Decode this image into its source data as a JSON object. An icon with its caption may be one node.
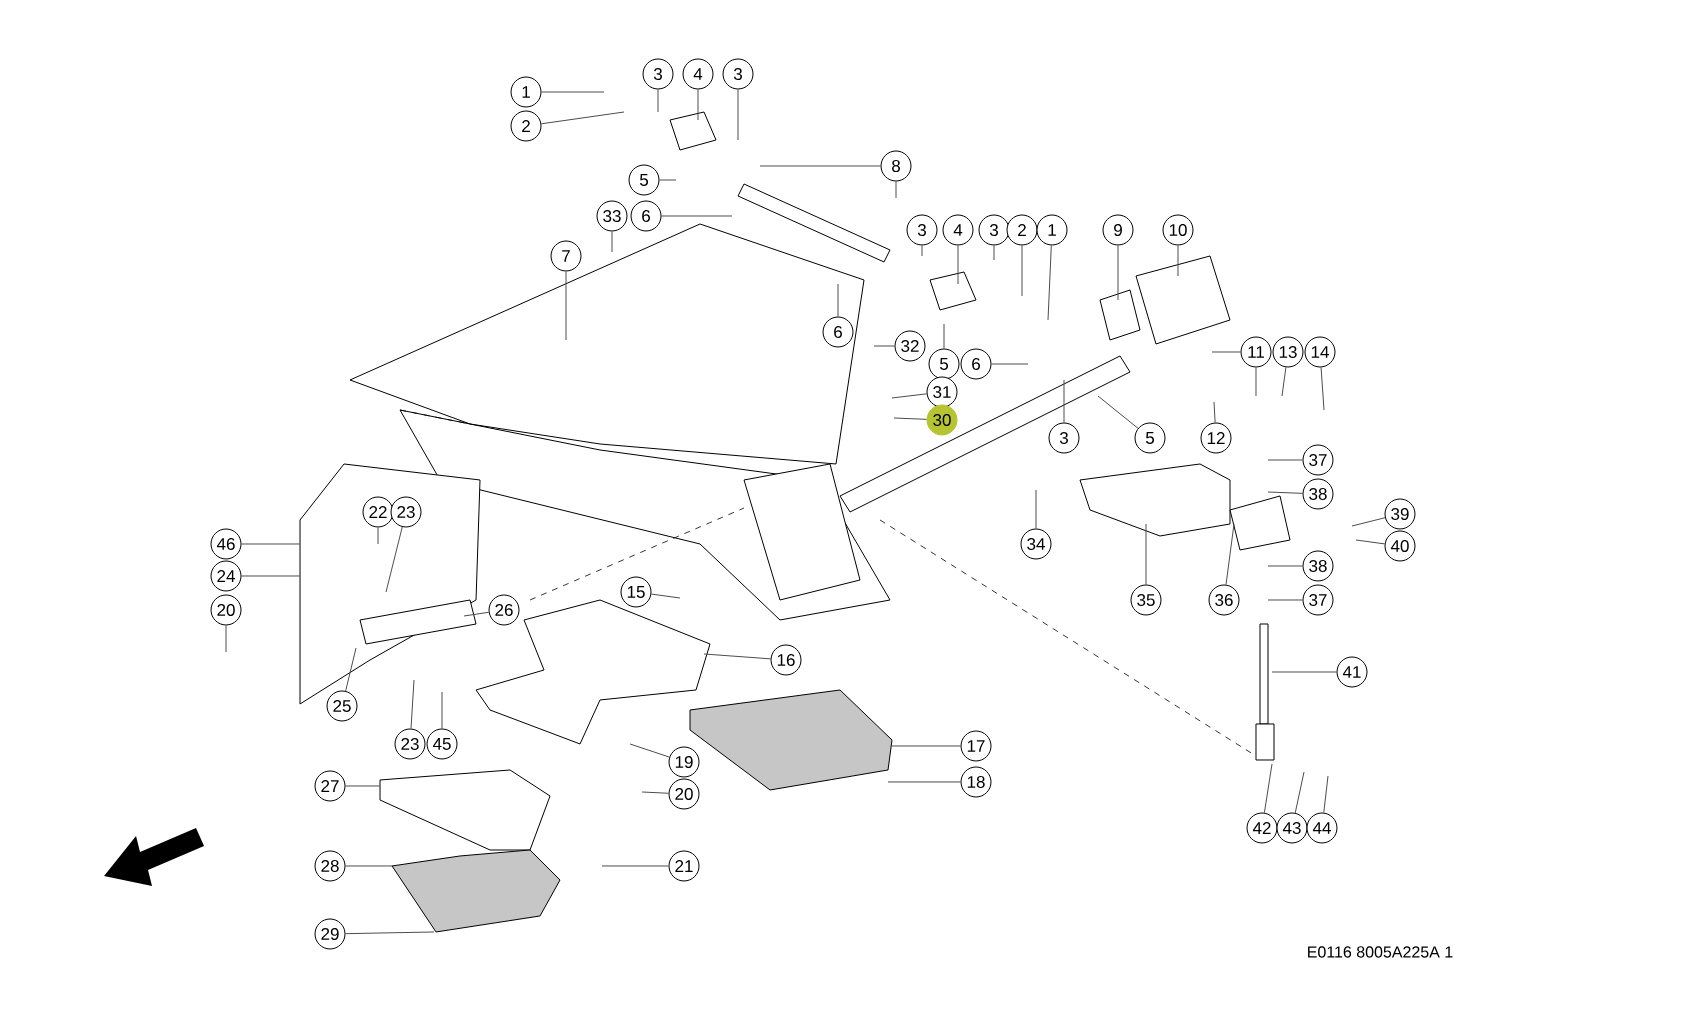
{
  "diagram": {
    "nodes": [
      {
        "text": [
          "3"
        ]
      },
      {
        "text": [
          "4"
        ]
      },
      {
        "text": [
          "3"
        ]
      },
      {
        "text": [
          "1"
        ]
      },
      {
        "text": [
          "2"
        ]
      },
      {
        "text": [
          "8"
        ]
      },
      {
        "text": [
          "5"
        ]
      },
      {
        "text": [
          "33"
        ]
      },
      {
        "text": [
          "6"
        ]
      },
      {
        "text": [
          "3"
        ]
      },
      {
        "text": [
          "4"
        ]
      },
      {
        "text": [
          "3"
        ]
      },
      {
        "text": [
          "2"
        ]
      },
      {
        "text": [
          "1"
        ]
      },
      {
        "text": [
          "9"
        ]
      },
      {
        "text": [
          "10"
        ]
      },
      {
        "text": [
          "7"
        ]
      },
      {
        "text": [
          "6"
        ]
      },
      {
        "text": [
          "32"
        ]
      },
      {
        "text": [
          "11"
        ]
      },
      {
        "text": [
          "13"
        ]
      },
      {
        "text": [
          "14"
        ]
      },
      {
        "text": [
          "5"
        ]
      },
      {
        "text": [
          "6"
        ]
      },
      {
        "text": [
          "31"
        ]
      },
      {
        "text": [
          "30"
        ]
      },
      {
        "text": [
          "12"
        ]
      },
      {
        "text": [
          "3"
        ]
      },
      {
        "text": [
          "5"
        ]
      },
      {
        "text": [
          "37"
        ]
      },
      {
        "text": [
          "38"
        ]
      },
      {
        "text": [
          "22"
        ]
      },
      {
        "text": [
          "23"
        ]
      },
      {
        "text": [
          "39"
        ]
      },
      {
        "text": [
          "46"
        ]
      },
      {
        "text": [
          "34"
        ]
      },
      {
        "text": [
          "40"
        ]
      },
      {
        "text": [
          "38"
        ]
      },
      {
        "text": [
          "24"
        ]
      },
      {
        "text": [
          "15"
        ]
      },
      {
        "text": [
          "35"
        ]
      },
      {
        "text": [
          "36"
        ]
      },
      {
        "text": [
          "37"
        ]
      },
      {
        "text": [
          "26"
        ]
      },
      {
        "text": [
          "20"
        ]
      },
      {
        "text": [
          "16"
        ]
      },
      {
        "text": [
          "41"
        ]
      },
      {
        "text": [
          "25"
        ]
      },
      {
        "text": [
          "23"
        ]
      },
      {
        "text": [
          "45"
        ]
      },
      {
        "text": [
          "17"
        ]
      },
      {
        "text": [
          "19"
        ]
      },
      {
        "text": [
          "27"
        ]
      },
      {
        "text": [
          "18"
        ]
      },
      {
        "text": [
          "20"
        ]
      },
      {
        "text": [
          "42"
        ]
      },
      {
        "text": [
          "43"
        ]
      },
      {
        "text": [
          "44"
        ]
      },
      {
        "text": [
          "28"
        ]
      },
      {
        "text": [
          "21"
        ]
      },
      {
        "text": [
          "29"
        ]
      }
    ],
    "edges": [
      {
        "from": 0,
        "to": null,
        "arrow": "none"
      },
      {
        "from": 1,
        "to": null,
        "arrow": "none"
      },
      {
        "from": 2,
        "to": null,
        "arrow": "none"
      },
      {
        "from": 3,
        "to": null,
        "arrow": "none"
      },
      {
        "from": 4,
        "to": null,
        "arrow": "none"
      },
      {
        "from": 5,
        "to": null,
        "arrow": "none"
      },
      {
        "from": 5,
        "to": null,
        "arrow": "none"
      },
      {
        "from": 6,
        "to": null,
        "arrow": "none"
      },
      {
        "from": 7,
        "to": null,
        "arrow": "none"
      },
      {
        "from": 8,
        "to": null,
        "arrow": "none"
      },
      {
        "from": 9,
        "to": null,
        "arrow": "none"
      },
      {
        "from": 10,
        "to": null,
        "arrow": "none"
      },
      {
        "from": 11,
        "to": null,
        "arrow": "none"
      },
      {
        "from": 12,
        "to": null,
        "arrow": "none"
      },
      {
        "from": 13,
        "to": null,
        "arrow": "none"
      },
      {
        "from": 14,
        "to": null,
        "arrow": "none"
      },
      {
        "from": 15,
        "to": null,
        "arrow": "none"
      },
      {
        "from": 16,
        "to": null,
        "arrow": "none"
      },
      {
        "from": 17,
        "to": null,
        "arrow": "none"
      },
      {
        "from": 18,
        "to": null,
        "arrow": "none"
      },
      {
        "from": 19,
        "to": null,
        "arrow": "none"
      },
      {
        "from": 19,
        "to": null,
        "arrow": "none"
      },
      {
        "from": 20,
        "to": null,
        "arrow": "none"
      },
      {
        "from": 21,
        "to": null,
        "arrow": "none"
      },
      {
        "from": 22,
        "to": null,
        "arrow": "none"
      },
      {
        "from": 23,
        "to": null,
        "arrow": "none"
      },
      {
        "from": 24,
        "to": null,
        "arrow": "none"
      },
      {
        "from": 25,
        "to": null,
        "arrow": "none"
      },
      {
        "from": 26,
        "to": null,
        "arrow": "none"
      },
      {
        "from": 27,
        "to": null,
        "arrow": "none"
      },
      {
        "from": 28,
        "to": null,
        "arrow": "none"
      },
      {
        "from": 29,
        "to": null,
        "arrow": "none"
      },
      {
        "from": 30,
        "to": null,
        "arrow": "none"
      },
      {
        "from": 31,
        "to": null,
        "arrow": "none"
      },
      {
        "from": 32,
        "to": null,
        "arrow": "none"
      },
      {
        "from": 33,
        "to": null,
        "arrow": "none"
      },
      {
        "from": 34,
        "to": null,
        "arrow": "none"
      },
      {
        "from": 35,
        "to": null,
        "arrow": "none"
      },
      {
        "from": 36,
        "to": null,
        "arrow": "none"
      },
      {
        "from": 37,
        "to": null,
        "arrow": "none"
      },
      {
        "from": 38,
        "to": null,
        "arrow": "none"
      },
      {
        "from": 39,
        "to": null,
        "arrow": "none"
      },
      {
        "from": 40,
        "to": null,
        "arrow": "none"
      },
      {
        "from": 41,
        "to": null,
        "arrow": "none"
      },
      {
        "from": 42,
        "to": null,
        "arrow": "none"
      },
      {
        "from": 43,
        "to": null,
        "arrow": "none"
      },
      {
        "from": 44,
        "to": null,
        "arrow": "none"
      },
      {
        "from": 45,
        "to": null,
        "arrow": "none"
      },
      {
        "from": 46,
        "to": null,
        "arrow": "none"
      },
      {
        "from": 47,
        "to": null,
        "arrow": "none"
      },
      {
        "from": 48,
        "to": null,
        "arrow": "none"
      },
      {
        "from": 49,
        "to": null,
        "arrow": "none"
      },
      {
        "from": 50,
        "to": null,
        "arrow": "none"
      },
      {
        "from": 51,
        "to": null,
        "arrow": "none"
      },
      {
        "from": 52,
        "to": null,
        "arrow": "none"
      },
      {
        "from": 53,
        "to": null,
        "arrow": "none"
      },
      {
        "from": 54,
        "to": null,
        "arrow": "none"
      },
      {
        "from": 55,
        "to": null,
        "arrow": "none"
      },
      {
        "from": 56,
        "to": null,
        "arrow": "none"
      },
      {
        "from": 57,
        "to": null,
        "arrow": "none"
      },
      {
        "from": 58,
        "to": null,
        "arrow": "none"
      },
      {
        "from": 59,
        "to": null,
        "arrow": "none"
      },
      {
        "from": 60,
        "to": null,
        "arrow": "none"
      }
    ],
    "labels": [
      "E0116 8005A225A 1"
    ]
  }
}
